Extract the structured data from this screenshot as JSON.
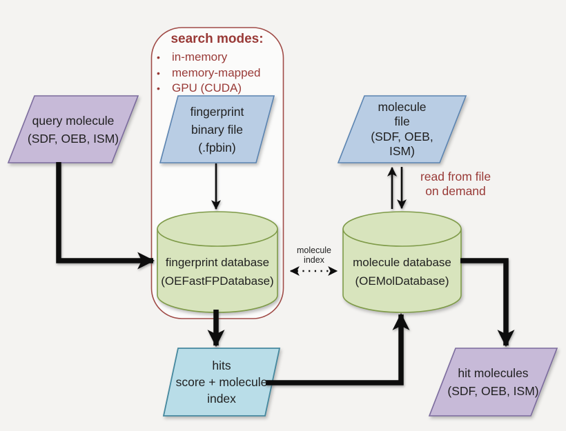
{
  "search_modes_box": {
    "title": "search modes:",
    "items": [
      "in-memory",
      "memory-mapped",
      "GPU (CUDA)"
    ]
  },
  "nodes": {
    "query_molecule": {
      "lines": [
        "query molecule",
        "(SDF, OEB, ISM)"
      ]
    },
    "fingerprint_binary_file": {
      "lines": [
        "fingerprint",
        "binary file",
        "(.fpbin)"
      ]
    },
    "molecule_file": {
      "lines": [
        "molecule",
        "file",
        "(SDF, OEB,",
        "ISM)"
      ]
    },
    "fingerprint_database": {
      "lines": [
        "fingerprint database",
        "(OEFastFPDatabase)"
      ]
    },
    "molecule_database": {
      "lines": [
        "molecule database",
        "(OEMolDatabase)"
      ]
    },
    "hits": {
      "lines": [
        "hits",
        "score + molecule",
        "index"
      ]
    },
    "hit_molecules": {
      "lines": [
        "hit molecules",
        "(SDF, OEB, ISM)"
      ]
    }
  },
  "annotations": {
    "read_from_file": {
      "lines": [
        "read from file",
        "on demand"
      ]
    },
    "molecule_index": {
      "lines": [
        "molecule",
        "index"
      ]
    }
  },
  "icons": {
    "bullet": "•"
  },
  "colors": {
    "background": "#f4f3f1",
    "dark_red": "#993a37",
    "modes_box_border": "#a04b47",
    "purple_fill": "#c7bad8",
    "purple_border": "#7b6b9d",
    "blue_fill": "#b9cde4",
    "blue_border": "#5b84b1",
    "green_fill": "#d8e4bd",
    "green_border": "#7f9b49",
    "cyan_fill": "#b9dde8",
    "cyan_border": "#45889e",
    "arrow_black": "#0d0d0d"
  }
}
